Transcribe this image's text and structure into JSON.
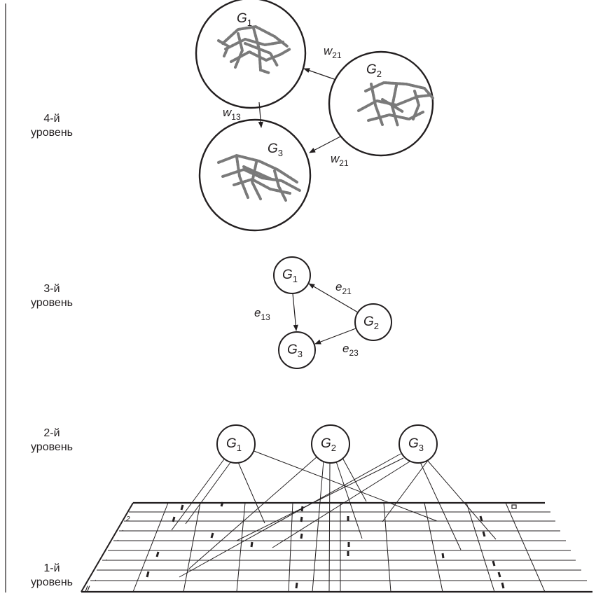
{
  "levels": [
    {
      "id": "4",
      "line1": "4-й",
      "line2": "уровень"
    },
    {
      "id": "3",
      "line1": "3-й",
      "line2": "уровень"
    },
    {
      "id": "2",
      "line1": "2-й",
      "line2": "уровень"
    },
    {
      "id": "1",
      "line1": "1-й",
      "line2": "уровень"
    }
  ],
  "level4": {
    "nodes": [
      {
        "id": "G1",
        "letter": "G",
        "sub": "1"
      },
      {
        "id": "G2",
        "letter": "G",
        "sub": "2"
      },
      {
        "id": "G3",
        "letter": "G",
        "sub": "3"
      }
    ],
    "edges": [
      {
        "id": "w21-top",
        "from": "G2",
        "to": "G1",
        "letter": "w",
        "sub": "21"
      },
      {
        "id": "w13",
        "from": "G1",
        "to": "G3",
        "letter": "w",
        "sub": "13"
      },
      {
        "id": "w21-bottom",
        "from": "G2",
        "to": "G3",
        "letter": "w",
        "sub": "21"
      }
    ]
  },
  "level3": {
    "nodes": [
      {
        "id": "G1",
        "letter": "G",
        "sub": "1"
      },
      {
        "id": "G2",
        "letter": "G",
        "sub": "2"
      },
      {
        "id": "G3",
        "letter": "G",
        "sub": "3"
      }
    ],
    "edges": [
      {
        "id": "e21",
        "from": "G2",
        "to": "G1",
        "letter": "e",
        "sub": "21"
      },
      {
        "id": "e13",
        "from": "G1",
        "to": "G3",
        "letter": "e",
        "sub": "13"
      },
      {
        "id": "e23",
        "from": "G2",
        "to": "G3",
        "letter": "e",
        "sub": "23"
      }
    ]
  },
  "level2": {
    "nodes": [
      {
        "id": "G1",
        "letter": "G",
        "sub": "1"
      },
      {
        "id": "G2",
        "letter": "G",
        "sub": "2"
      },
      {
        "id": "G3",
        "letter": "G",
        "sub": "3"
      }
    ]
  },
  "level1": {
    "grid_marks": [
      "2",
      ".",
      ".",
      ".",
      ".",
      "//"
    ]
  },
  "colors": {
    "ink": "#231f20",
    "texture": "#7a7a7a",
    "background": "#ffffff"
  }
}
